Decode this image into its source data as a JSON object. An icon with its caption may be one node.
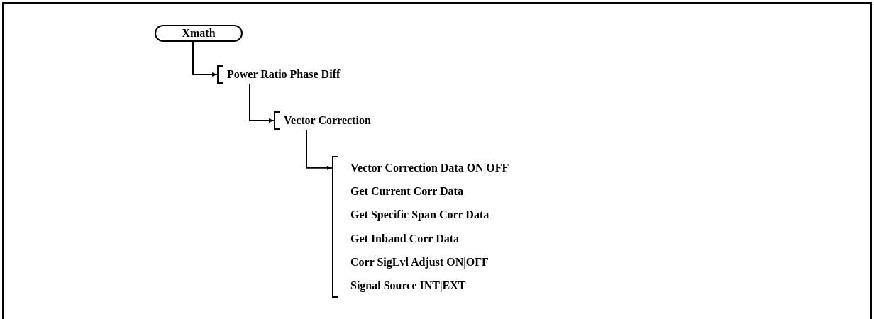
{
  "diagram": {
    "nodes": [
      {
        "text": [
          "Xmath"
        ]
      },
      {
        "text": [
          "Power Ratio Phase Diff"
        ]
      },
      {
        "text": [
          "Vector Correction"
        ]
      },
      {
        "text": [
          "Vector Correction Data ON|OFF",
          "Get Current Corr Data",
          "Get Specific Span Corr Data",
          "Get Inband Corr Data",
          "Corr SigLvl Adjust ON|OFF",
          "Signal Source INT|EXT"
        ]
      }
    ],
    "edges": [
      {
        "from": 0,
        "to": 1,
        "arrow": "to"
      },
      {
        "from": 1,
        "to": 2,
        "arrow": "to"
      },
      {
        "from": 2,
        "to": 3,
        "arrow": "to"
      }
    ]
  }
}
